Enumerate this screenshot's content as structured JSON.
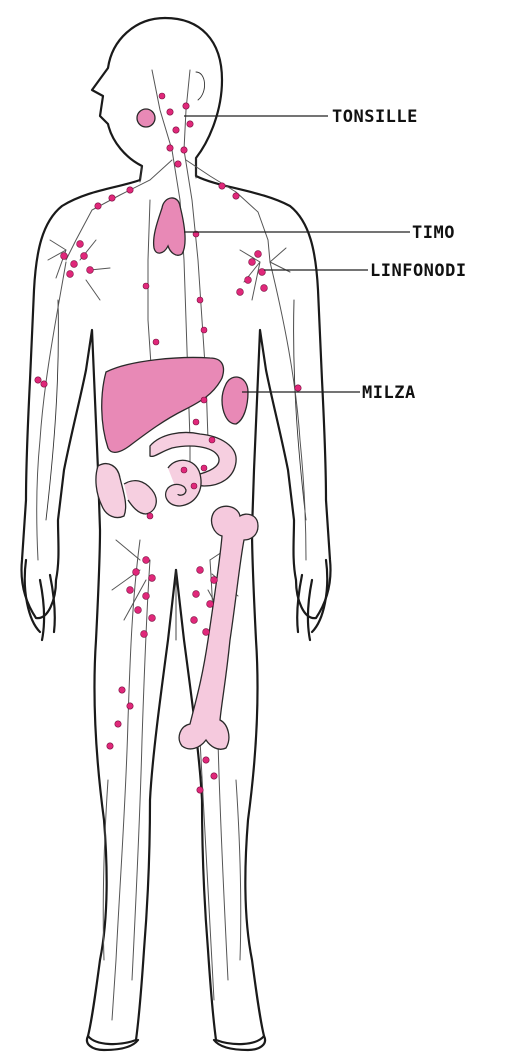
{
  "labels": {
    "tonsils": "TONSILLE",
    "thymus": "TIMO",
    "lymph_nodes": "LINFONODI",
    "spleen": "MILZA"
  },
  "colors": {
    "organ_dark": "#e889b6",
    "organ_light": "#f6cfe0",
    "bone": "#f5c9dd",
    "node": "#e0287a",
    "outline": "#1a1a1a",
    "background": "#ffffff"
  }
}
